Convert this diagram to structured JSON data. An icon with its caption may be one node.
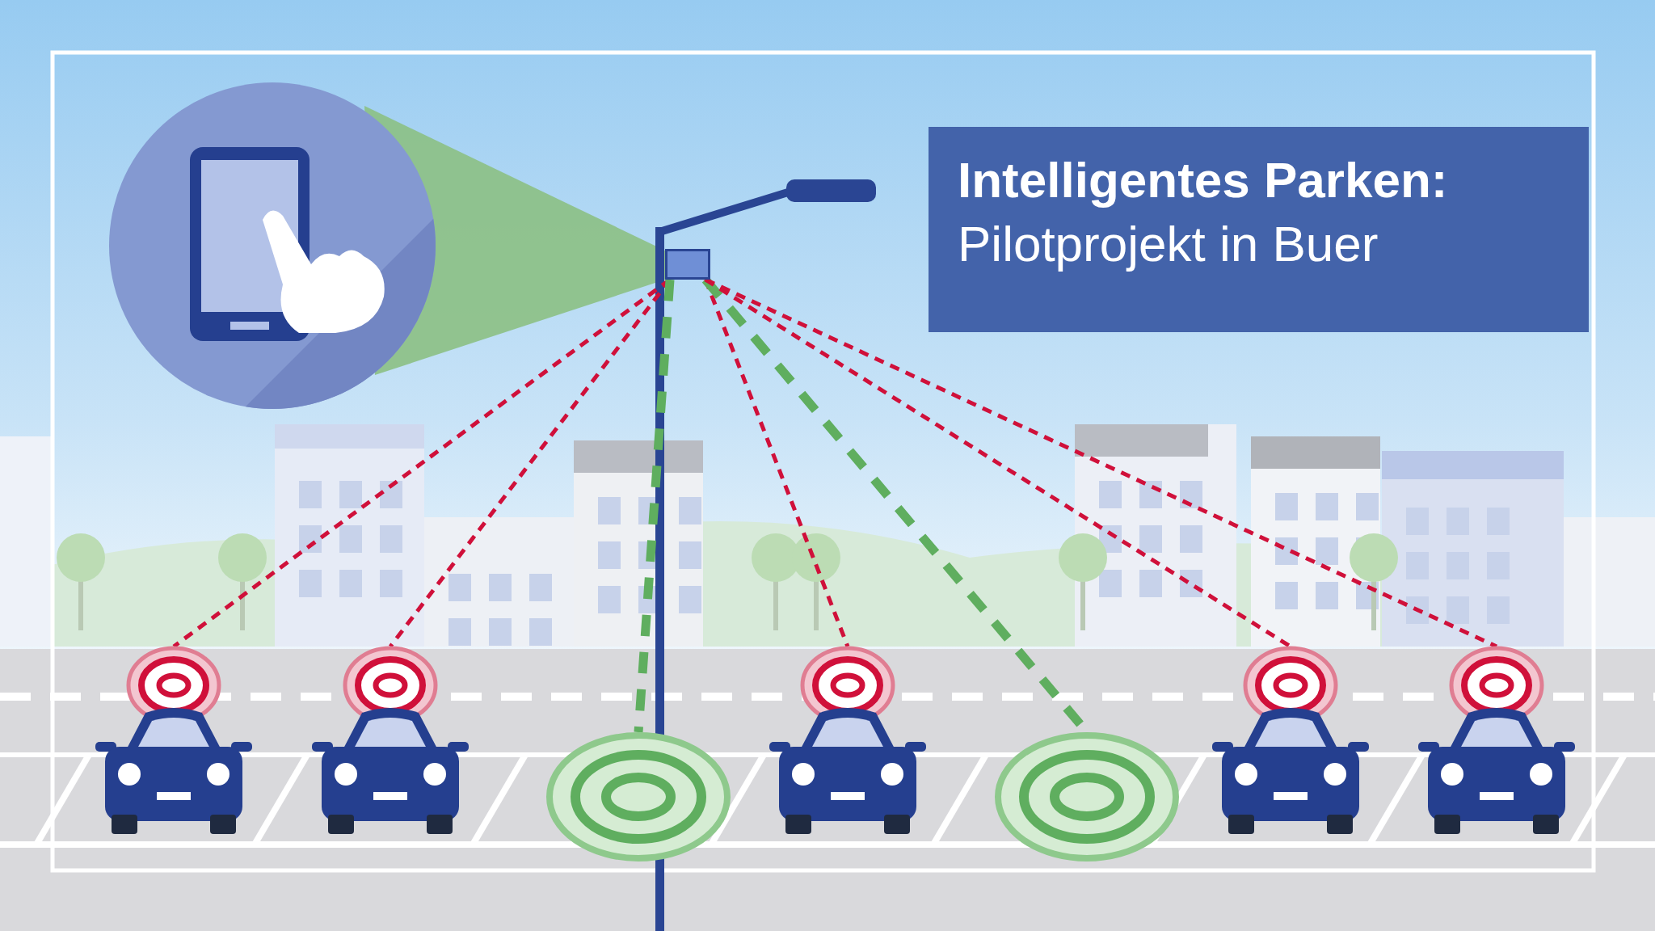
{
  "diagram": {
    "nodes": [
      {
        "text": [
          "Intelligentes Parken:",
          "Pilotprojekt in Buer"
        ]
      },
      {
        "text": [],
        "shape": "picture"
      },
      {
        "text": [],
        "shape": "box"
      },
      {
        "text": [],
        "shape": "picture"
      },
      {
        "text": [],
        "shape": "picture"
      },
      {
        "text": [],
        "shape": "circle"
      },
      {
        "text": [],
        "shape": "picture"
      },
      {
        "text": [],
        "shape": "circle"
      },
      {
        "text": [],
        "shape": "picture"
      },
      {
        "text": [],
        "shape": "picture"
      }
    ],
    "edges": [
      {
        "from": 2,
        "to": 3,
        "arrow": "none",
        "style": "dashed"
      },
      {
        "from": 2,
        "to": 4,
        "arrow": "none",
        "style": "dashed"
      },
      {
        "from": 2,
        "to": 5,
        "arrow": "none",
        "style": "dashed",
        "color": "#5fae5f"
      },
      {
        "from": 2,
        "to": 6,
        "arrow": "none",
        "style": "dashed"
      },
      {
        "from": 2,
        "to": 7,
        "arrow": "none",
        "style": "dashed",
        "color": "#5fae5f"
      },
      {
        "from": 2,
        "to": 8,
        "arrow": "none",
        "style": "dashed"
      },
      {
        "from": 2,
        "to": 9,
        "arrow": "none",
        "style": "dashed"
      }
    ]
  }
}
